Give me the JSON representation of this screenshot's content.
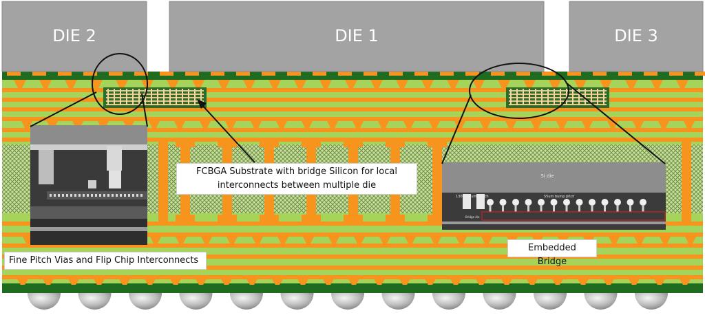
{
  "dies": [
    {
      "label": "DIE 2"
    },
    {
      "label": "DIE 1"
    },
    {
      "label": "DIE 3"
    }
  ],
  "callouts": {
    "substrate": {
      "line1": "FCBGA Substrate with bridge Silicon for local",
      "line2": "interconnects between multiple die"
    },
    "fine_pitch": "Fine Pitch Vias and Flip Chip Interconnects",
    "embedded_bridge": "Embedded Bridge"
  },
  "micrograph_right": {
    "die_label": "Si die",
    "pitch_left": "130um bump pitch",
    "pitch_right": "55um bump pitch",
    "bridge_label": "Bridge die"
  },
  "colors": {
    "die": "#a3a3a3",
    "copper": "#f7941d",
    "laminate": "#a6d45a",
    "core": "#c8e09a",
    "solder_mask": "#1f6b1f",
    "solder_ball": "#c9c9c9"
  }
}
